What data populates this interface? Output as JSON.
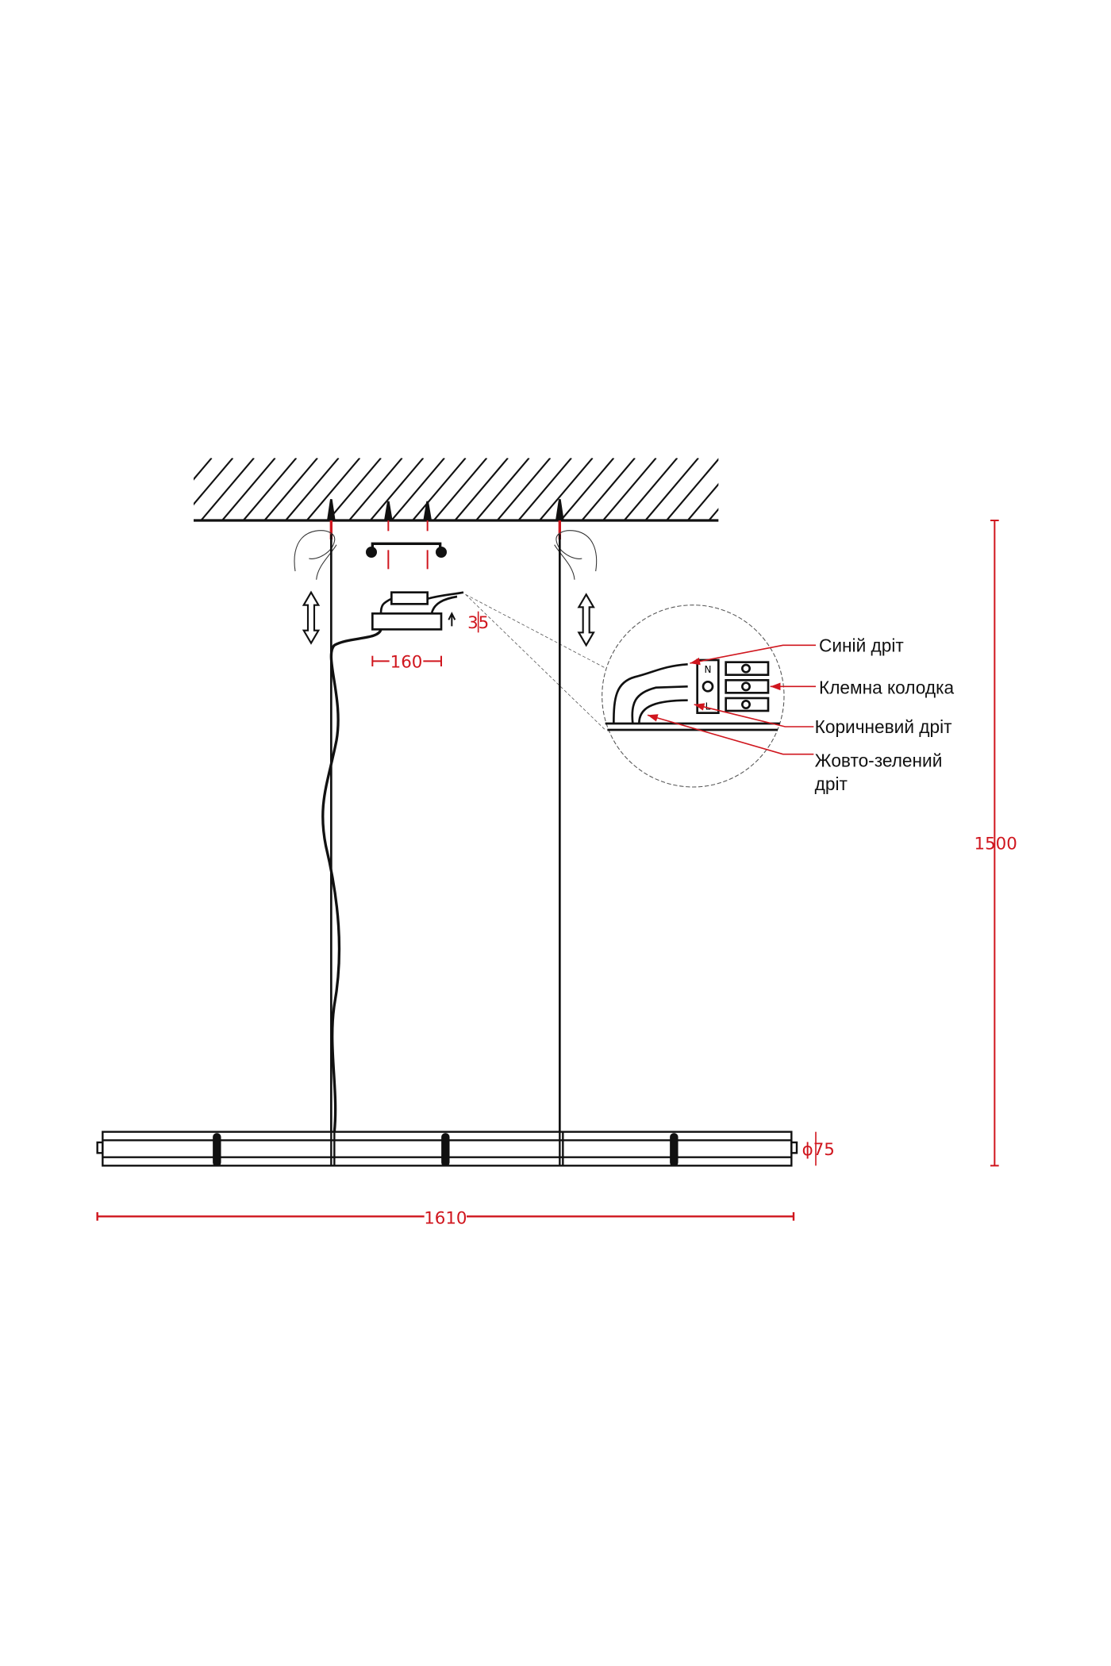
{
  "colors": {
    "line": "#111111",
    "dimension": "#d0161e",
    "background": "#ffffff"
  },
  "dimensions": {
    "length": "1610",
    "height": "1500",
    "diameter": "ϕ75",
    "driver_width": "160",
    "driver_height": "35"
  },
  "callouts": {
    "blue_wire": "Синій дріт",
    "terminal_block": "Клемна колодка",
    "brown_wire": "Коричневий дріт",
    "yellow_green_wire_line1": "Жовто-зелений",
    "yellow_green_wire_line2": "дріт"
  },
  "terminal_letters": {
    "neutral": "N",
    "live": "L"
  }
}
